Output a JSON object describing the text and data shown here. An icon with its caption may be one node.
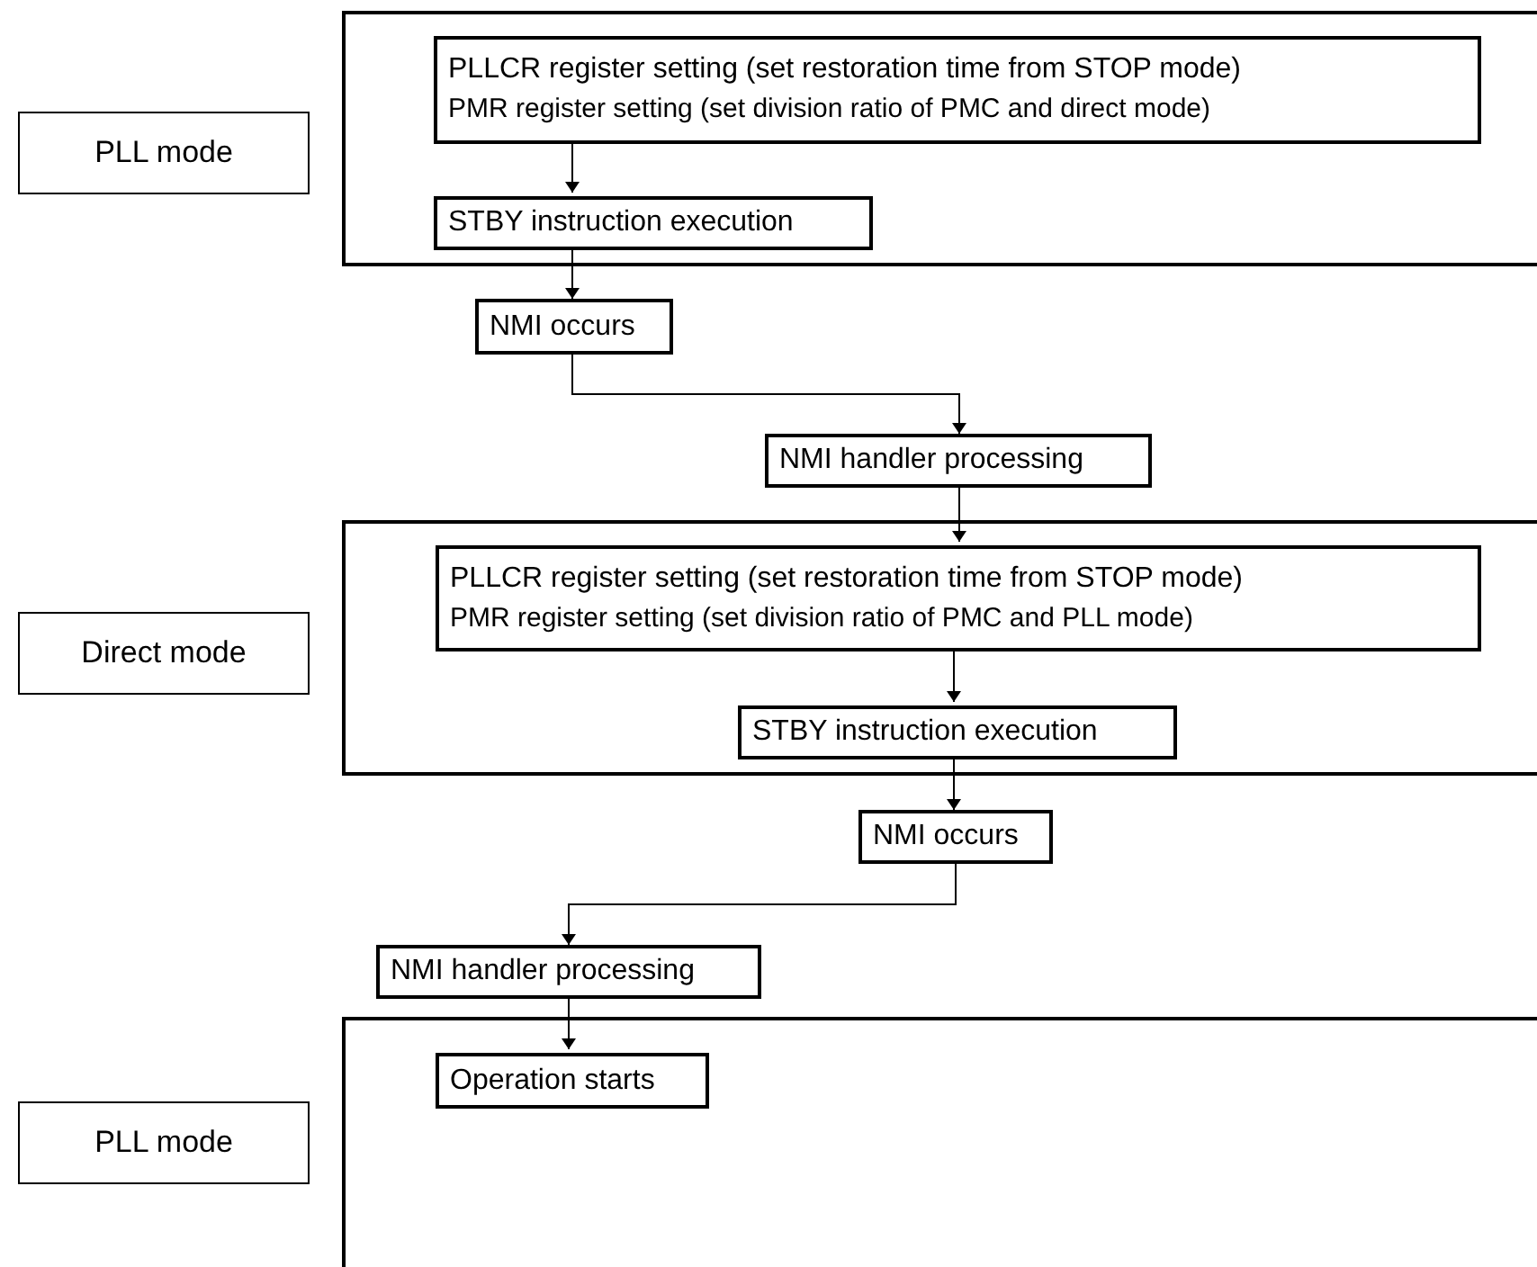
{
  "diagram": {
    "nodes": [
      {
        "text": [
          "PLL mode"
        ]
      },
      {
        "text": [],
        "shape": "box"
      },
      {
        "text": [
          "PLLCR register setting (set restoration time from STOP mode)",
          "PMR register setting (set division ratio of PMC and direct mode)"
        ],
        "in": 1
      },
      {
        "text": [
          "STBY instruction execution"
        ],
        "in": 1
      },
      {
        "text": [
          "NMI occurs"
        ]
      },
      {
        "text": [
          "NMI handler processing"
        ]
      },
      {
        "text": [
          "Direct mode"
        ]
      },
      {
        "text": [],
        "shape": "box"
      },
      {
        "text": [
          "PLLCR register setting (set restoration time from STOP mode)",
          "PMR register setting (set division ratio of PMC and PLL mode)"
        ],
        "in": 7
      },
      {
        "text": [
          "STBY instruction execution"
        ],
        "in": 7
      },
      {
        "text": [
          "NMI occurs"
        ]
      },
      {
        "text": [
          "NMI handler processing"
        ]
      },
      {
        "text": [
          "PLL mode"
        ]
      },
      {
        "text": [],
        "shape": "box"
      },
      {
        "text": [
          "Operation starts"
        ],
        "in": 13
      }
    ],
    "edges": [
      {
        "from": 2,
        "to": 3,
        "arrow": "to"
      },
      {
        "from": 3,
        "to": 4,
        "arrow": "to"
      },
      {
        "from": 4,
        "to": 5,
        "arrow": "to"
      },
      {
        "from": 5,
        "to": 8,
        "arrow": "to"
      },
      {
        "from": 8,
        "to": 9,
        "arrow": "to"
      },
      {
        "from": 9,
        "to": 10,
        "arrow": "to"
      },
      {
        "from": 10,
        "to": 11,
        "arrow": "to"
      },
      {
        "from": 11,
        "to": 14,
        "arrow": "to"
      }
    ]
  }
}
